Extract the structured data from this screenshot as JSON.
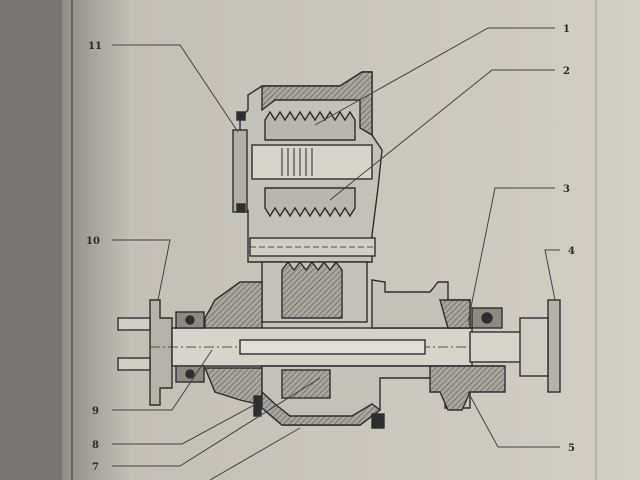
{
  "callouts": [
    {
      "id": "1",
      "label": "1"
    },
    {
      "id": "2",
      "label": "2"
    },
    {
      "id": "3",
      "label": "3"
    },
    {
      "id": "4",
      "label": "4"
    },
    {
      "id": "5",
      "label": "5"
    },
    {
      "id": "7",
      "label": "7"
    },
    {
      "id": "8",
      "label": "8"
    },
    {
      "id": "9",
      "label": "9"
    },
    {
      "id": "10",
      "label": "10"
    },
    {
      "id": "11",
      "label": "11"
    }
  ],
  "colors": {
    "background": "#5f5f5c",
    "page": "#cbc8be",
    "ink": "#2e2e2e",
    "section_hatch": "#7c7a75",
    "leader": "#444444"
  }
}
